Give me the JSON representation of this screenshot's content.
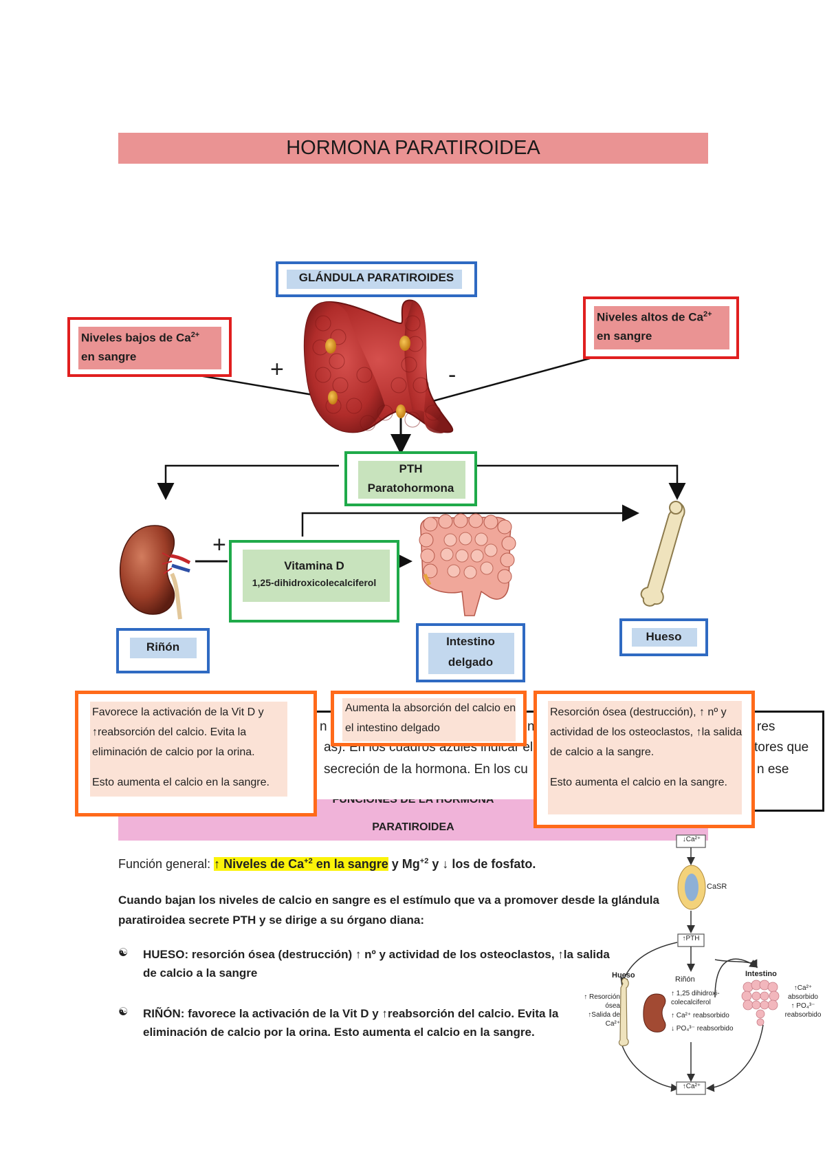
{
  "title": "HORMONA PARATIROIDEA",
  "gland_label": "GLÁNDULA PARATIROIDES",
  "low_ca": {
    "line1": "Niveles bajos de Ca",
    "sup": "2+",
    "line2": "en sangre"
  },
  "high_ca": {
    "line1": "Niveles altos de Ca",
    "sup": "2+",
    "line2": "en sangre"
  },
  "plus": "+",
  "minus": "-",
  "pth": {
    "line1": "PTH",
    "line2": "Paratohormona"
  },
  "vitd": {
    "line1": "Vitamina D",
    "line2": "1,25-dihidroxicolecalciferol"
  },
  "organs": {
    "kidney": "Riñón",
    "intestine_line1": "Intestino",
    "intestine_line2": "delgado",
    "bone": "Hueso"
  },
  "effects": {
    "kidney_p1": "Favorece la activación de la Vit D y ↑reabsorción del calcio. Evita la eliminación de calcio por la orina.",
    "kidney_p2": "Esto aumenta el calcio en la sangre.",
    "intestine": "Aumenta la absorción del calcio en el intestino delgado",
    "bone_p1": "Resorción ósea (destrucción), ↑ nº y actividad de los osteoclastos, ↑la salida de calcio a la sangre.",
    "bone_p2": "Esto aumenta el calcio en la sangre."
  },
  "hidden_fragments": {
    "a": "n",
    "b": "as). En los cuadros azules indicar el",
    "c": "secreción de la hormona. En los cu",
    "d": "n",
    "e": "res",
    "f": "tores que",
    "g": "n ese"
  },
  "functions_header": {
    "line1": "FUNCIONES DE LA HORMONA",
    "line2": "PARATIROIDEA"
  },
  "general": {
    "prefix": "Función general: ",
    "highlight_a": "↑ Niveles de Ca",
    "highlight_sup": "+2",
    "highlight_b": " en la sangre",
    "mid": " y Mg",
    "mid_sup": "+2",
    "end": " y ↓ los de fosfato."
  },
  "intro": "Cuando bajan los niveles de calcio en sangre es el estímulo que va a promover desde la glándula paratiroidea secrete PTH y se dirige a su órgano diana:",
  "bullets": [
    {
      "text": "HUESO: resorción ósea (destrucción) ↑ nº y actividad de los osteoclastos, ↑la salida de calcio a la sangre"
    },
    {
      "text": "RIÑÓN: favorece la activación de la Vit D y ↑reabsorción del calcio. Evita la eliminación de calcio por la orina. Esto aumenta el calcio en la sangre."
    }
  ],
  "mini_diagram": {
    "top": "↓Ca²⁺",
    "casr": "CaSR",
    "pth": "↑PTH",
    "bone": "Hueso",
    "kidney": "Riñón",
    "intestine": "Intestino",
    "bone_eff1": "↑ Resorción",
    "bone_eff2": "ósea",
    "bone_eff3": "↑Salida de",
    "bone_eff4": "Ca²⁺",
    "kid_eff1": "↑ 1,25 dihidroxi-",
    "kid_eff2": "colecalciferol",
    "kid_eff3": "↑ Ca²⁺ reabsorbido",
    "kid_eff4": "↓ PO₄³⁻ reabsorbido",
    "int_eff1": "↑Ca²⁺",
    "int_eff2": "absorbido",
    "int_eff3": "↑ PO₄³⁻",
    "int_eff4": "reabsorbido",
    "bottom": "↑Ca²⁺"
  },
  "colors": {
    "red": "#e01f1f",
    "blue": "#2f6ac2",
    "green": "#1faa4a",
    "orange": "#ff6a1a",
    "pink_fill": "#ea9393",
    "blue_fill": "#c3d8ee",
    "green_fill": "#c8e3bd",
    "peach_fill": "#fbe2d6",
    "magenta_fill": "#f0b3d9",
    "yellow": "#fbf30a"
  }
}
